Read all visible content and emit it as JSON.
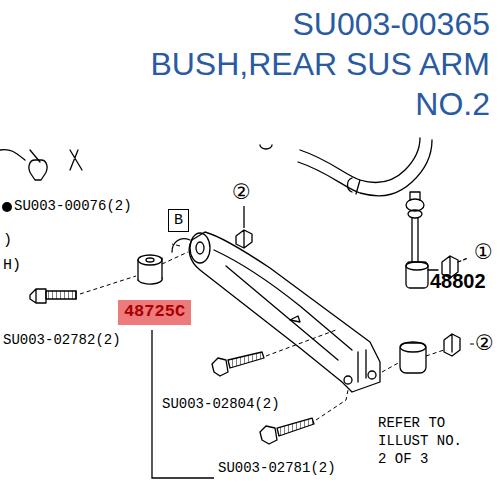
{
  "diagram": {
    "title": "SU003-00365 BUSH,REAR SUS ARM NO.2",
    "nodes": [
      {
        "text": [
          "B"
        ]
      },
      {
        "text": [
          "48725C"
        ]
      }
    ],
    "labels": [
      "SU003-00076(2)",
      ")",
      "H)",
      "②",
      "①",
      "48802",
      "SU003-02782(2)",
      "②",
      "SU003-02804(2)",
      "REFER TO ILLUST NO. 2 OF 3",
      "SU003-02781(2)"
    ]
  }
}
